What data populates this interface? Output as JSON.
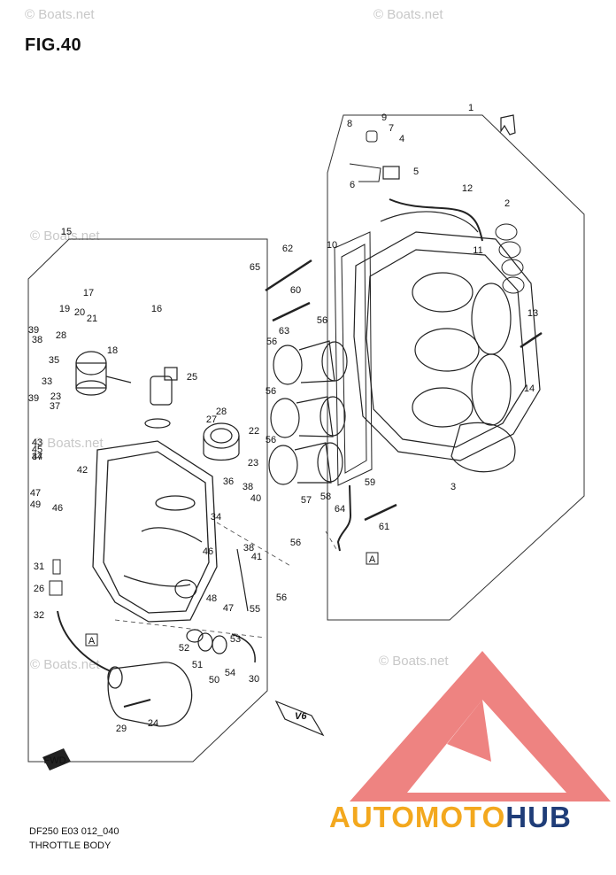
{
  "figure": {
    "title": "FIG.40"
  },
  "caption": {
    "model_code": "DF250 E03 012_040",
    "section_name": "THROTTLE BODY"
  },
  "watermarks": [
    "© Boats.net",
    "© Boats.net",
    "© Boats.net",
    "© Boats.net",
    "© Boats.net",
    "© Boats.net"
  ],
  "brand": {
    "part1": "AUTOMOTO",
    "part2": "HUB",
    "colors": {
      "auto": "#f3a81e",
      "hub": "#1f3d78",
      "triangle": "#e2302d"
    }
  },
  "arrow_marker": "A",
  "fwd_label": "FWD",
  "part_numbers": [
    "1",
    "2",
    "3",
    "4",
    "5",
    "6",
    "7",
    "8",
    "9",
    "10",
    "11",
    "12",
    "13",
    "14",
    "15",
    "16",
    "17",
    "18",
    "19",
    "20",
    "21",
    "22",
    "23",
    "23",
    "24",
    "25",
    "26",
    "27",
    "28",
    "28",
    "29",
    "30",
    "31",
    "32",
    "33",
    "34",
    "35",
    "36",
    "37",
    "37",
    "38",
    "38",
    "38",
    "39",
    "39",
    "40",
    "41",
    "42",
    "43",
    "44",
    "45",
    "46",
    "46",
    "47",
    "47",
    "48",
    "49",
    "50",
    "51",
    "52",
    "53",
    "54",
    "55",
    "56",
    "56",
    "56",
    "56",
    "56",
    "56",
    "57",
    "58",
    "59",
    "60",
    "61",
    "62",
    "63",
    "64",
    "65"
  ]
}
